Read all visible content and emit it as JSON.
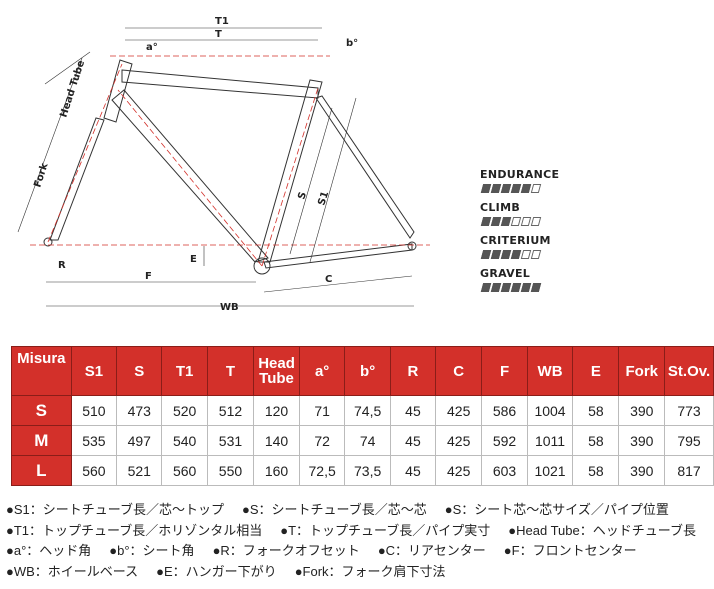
{
  "diagram": {
    "labels": {
      "T1": "T1",
      "T": "T",
      "a": "a°",
      "b": "b°",
      "head_tube": "Head Tube",
      "fork": "Fork",
      "S": "S",
      "S1": "S1",
      "R": "R",
      "E": "E",
      "F": "F",
      "C": "C",
      "WB": "WB"
    }
  },
  "ratings": [
    {
      "name": "ENDURANCE",
      "value": 5,
      "max": 6
    },
    {
      "name": "CLIMB",
      "value": 3,
      "max": 6
    },
    {
      "name": "CRITERIUM",
      "value": 4,
      "max": 6
    },
    {
      "name": "GRAVEL",
      "value": 6,
      "max": 6
    }
  ],
  "table": {
    "headers": [
      "Misura",
      "S1",
      "S",
      "T1",
      "T",
      "Head Tube",
      "a°",
      "b°",
      "R",
      "C",
      "F",
      "WB",
      "E",
      "Fork",
      "St.Ov."
    ],
    "rows": [
      [
        "S",
        "510",
        "473",
        "520",
        "512",
        "120",
        "71",
        "74,5",
        "45",
        "425",
        "586",
        "1004",
        "58",
        "390",
        "773"
      ],
      [
        "M",
        "535",
        "497",
        "540",
        "531",
        "140",
        "72",
        "74",
        "45",
        "425",
        "592",
        "1011",
        "58",
        "390",
        "795"
      ],
      [
        "L",
        "560",
        "521",
        "560",
        "550",
        "160",
        "72,5",
        "73,5",
        "45",
        "425",
        "603",
        "1021",
        "58",
        "390",
        "817"
      ]
    ]
  },
  "legend": [
    [
      "●S1：シートチューブ長／芯～トップ",
      "●S：シートチューブ長／芯～芯",
      "●S：シート芯～芯サイズ／パイプ位置"
    ],
    [
      "●T1：トップチューブ長／ホリゾンタル相当",
      "●T：トップチューブ長／パイプ実寸",
      "●Head Tube：ヘッドチューブ長"
    ],
    [
      "●a°：ヘッド角",
      "●b°：シート角",
      "●R：フォークオフセット",
      "●C：リアセンター",
      "●F：フロントセンター"
    ],
    [
      "●WB：ホイールベース",
      "●E：ハンガー下がり",
      "●Fork：フォーク肩下寸法"
    ]
  ],
  "colors": {
    "accent": "#d3302a"
  }
}
